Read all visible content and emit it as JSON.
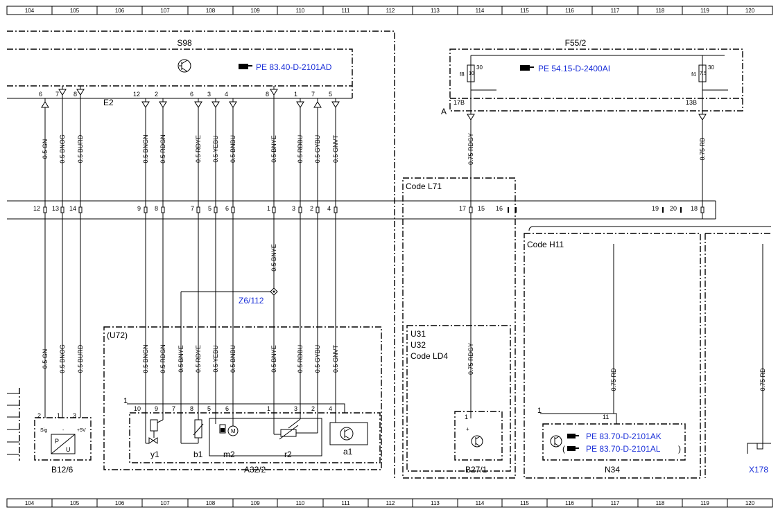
{
  "grid": {
    "columns": [
      "104",
      "105",
      "106",
      "107",
      "108",
      "109",
      "110",
      "111",
      "112",
      "113",
      "114",
      "115",
      "116",
      "117",
      "118",
      "119",
      "120"
    ]
  },
  "header": {
    "s98": "S98",
    "f55_2": "F55/2",
    "e2": "E2",
    "a": "A",
    "ref_s98": "PE 83.40-D-2101AD",
    "ref_f55": "PE 54.15-D-2400AI",
    "fuse_f8": "f8",
    "fuse_f4": "f4",
    "fuse_f8_rating": "10",
    "fuse_f4_rating": "7.5",
    "fuse_f8_amp": "30",
    "fuse_f4_amp": "30",
    "pin_17b": "17B",
    "pin_13b": "13B",
    "s98_pins": [
      "6",
      "7",
      "8",
      "12",
      "2",
      "6",
      "3",
      "4",
      "8",
      "1",
      "7",
      "5"
    ]
  },
  "wires_upper": [
    "0.5 GN",
    "0.5 BNOG",
    "0.5 BURD",
    "0.5 BNGN",
    "0.5 RDGN",
    "0.5 RDYE",
    "0.5 YEBU",
    "0.5 BNBU",
    "0.5 BNYE",
    "0.5 RDBU",
    "0.5 GYBU",
    "0.5 GNVT",
    "0.75 RDGY",
    "0.75 RD"
  ],
  "connector_middle": {
    "pins": [
      "12",
      "13",
      "14",
      "9",
      "8",
      "7",
      "5",
      "6",
      "1",
      "3",
      "2",
      "4",
      "17",
      "15",
      "16",
      "19",
      "20",
      "18"
    ]
  },
  "codes": {
    "l71": "Code L71",
    "h11": "Code H11",
    "u31": "U31",
    "u32": "U32",
    "ld4": "Code LD4"
  },
  "splice": {
    "wire": "0.5 BNYE",
    "label": "Z6/112"
  },
  "wires_lower": [
    "0.5 GN",
    "0.5 BNOG",
    "0.5 BURD",
    "0.5 BNGN",
    "0.5 RDGN",
    "0.5 BNYE",
    "0.5 RDYE",
    "0.5 YEBU",
    "0.5 BNBU",
    "0.5 BNYE",
    "0.5 RDBU",
    "0.5 GYBU",
    "0.5 GNVT",
    "0.75 RDGY",
    "0.75 RD",
    "0.75 RD"
  ],
  "components": {
    "u72": "(U72)",
    "a32_2": "A32/2",
    "a32_pin1": "1",
    "a32_pins": [
      "10",
      "9",
      "7",
      "8",
      "5",
      "6",
      "1",
      "3",
      "2",
      "4"
    ],
    "y1": "y1",
    "b1": "b1",
    "m2": "m2",
    "r2": "r2",
    "a1": "a1",
    "m_label": "M",
    "b12_6": "B12/6",
    "b12_pins": [
      "2",
      "1",
      "3"
    ],
    "b12_sig": "Sig",
    "b12_minus": "-",
    "b12_plus": "+5V",
    "b12_p": "P",
    "b12_u": "U",
    "b27_1": "B27/1",
    "b27_pin": "1",
    "b27_plus": "+",
    "n34": "N34",
    "n34_pin1": "1",
    "n34_pin11": "11",
    "ref_n34_a": "PE 83.70-D-2101AK",
    "ref_n34_b": "PE 83.70-D-2101AL",
    "ref_n34_open": "(",
    "ref_n34_close": ")",
    "x178": "X178"
  }
}
